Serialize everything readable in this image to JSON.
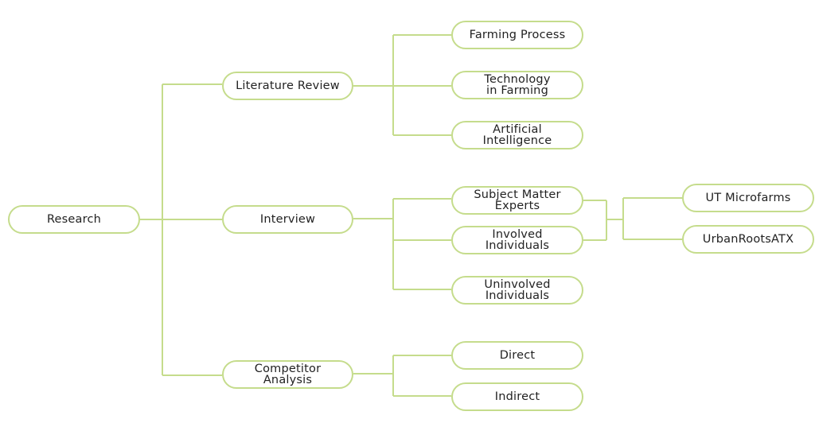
{
  "diagram": {
    "line_color": "#c5dc8c",
    "root": "Research",
    "literature_review": {
      "label": "Literature Review",
      "children": [
        "Farming Process",
        "Technology\nin Farming",
        "Artificial\nIntelligence"
      ]
    },
    "interview": {
      "label": "Interview",
      "children": [
        "Subject Matter\nExperts",
        "Involved\nIndividuals",
        "Uninvolved\nIndividuals"
      ],
      "examples": [
        "UT Microfarms",
        "UrbanRootsATX"
      ]
    },
    "competitor_analysis": {
      "label": "Competitor\nAnalysis",
      "children": [
        "Direct",
        "Indirect"
      ]
    }
  }
}
